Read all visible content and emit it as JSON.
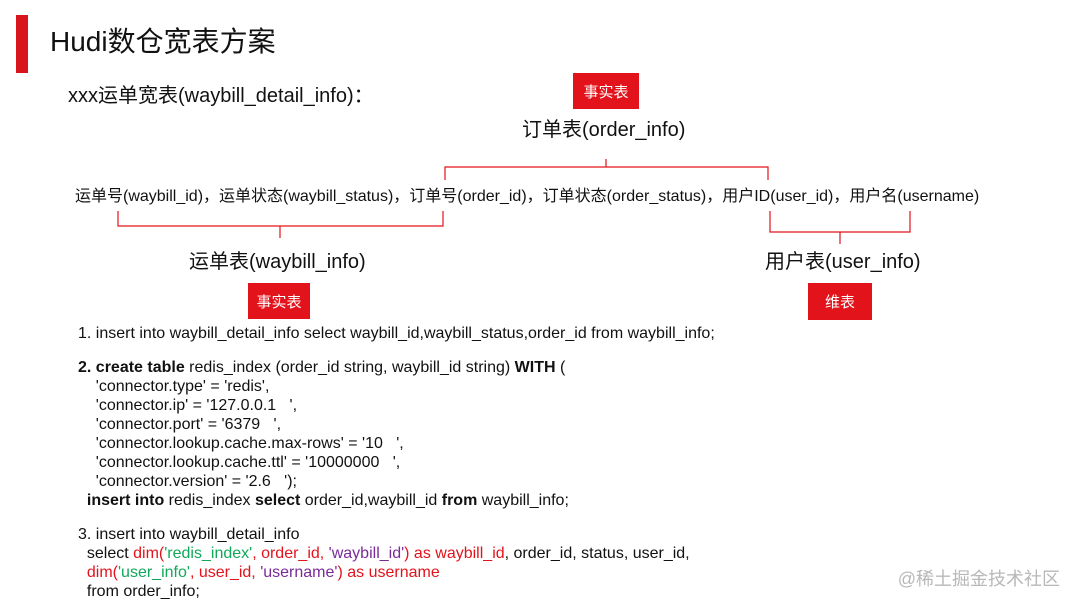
{
  "slide": {
    "title": "Hudi数仓宽表方案",
    "subtitle": "xxx运单宽表(waybill_detail_info)：",
    "tags": {
      "fact_top": "事实表",
      "fact_left": "事实表",
      "dim_right": "维表"
    },
    "tables": {
      "order": "订单表(order_info)",
      "waybill": "运单表(waybill_info)",
      "user": "用户表(user_info)"
    },
    "fields_line": "运单号(waybill_id)，运单状态(waybill_status)，订单号(order_id)，订单状态(order_status)，用户ID(user_id)，用户名(username)",
    "brace_color": "#e3131b",
    "watermark": "@稀土掘金技术社区"
  },
  "code": {
    "s1": "1. insert into waybill_detail_info select waybill_id,waybill_status,order_id from waybill_info;",
    "s2_num": "2. ",
    "s2_kw1": "create table",
    "s2_mid": " redis_index (order_id string, waybill_id string) ",
    "s2_kw2": "WITH",
    "s2_end": " (",
    "s2_props": [
      "    'connector.type' = 'redis',",
      "    'connector.ip' = '127.0.0.1   ',",
      "    'connector.port' = '6379   ',",
      "    'connector.lookup.cache.max-rows' = '10   ',",
      "    'connector.lookup.cache.ttl' = '10000000   ',",
      "    'connector.version' = '2.6   ');"
    ],
    "s2_ins_kw1": "insert into",
    "s2_ins_mid1": " redis_index ",
    "s2_ins_kw2": "select",
    "s2_ins_mid2": " order_id,waybill_id ",
    "s2_ins_kw3": "from",
    "s2_ins_end": " waybill_info;",
    "s3_line1": "3. insert into waybill_detail_info",
    "s3_select": "  select ",
    "s3_dim1_open": "dim(",
    "s3_dim1_table": "'redis_index'",
    "s3_dim1_sep1": ", order_id, ",
    "s3_dim1_field": "'waybill_id'",
    "s3_dim1_close": ") as waybill_id",
    "s3_rest": ", order_id, status, user_id,",
    "s3_dim2_open": "dim(",
    "s3_dim2_table": "'user_info'",
    "s3_dim2_sep1": ", user_id, ",
    "s3_dim2_field": "'username'",
    "s3_dim2_close": ") as username",
    "s3_from": "  from order_info;"
  }
}
